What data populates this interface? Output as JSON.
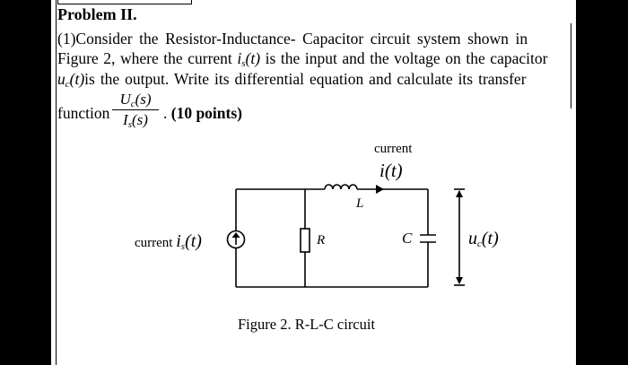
{
  "problem": {
    "title": "Problem II.",
    "line1": {
      "prefix": "(1)Consider the Resistor-Inductance- Capacitor circuit system shown in"
    },
    "line2": {
      "a": "Figure 2, where the current ",
      "var_i": "i",
      "sub_s": "s",
      "arg": "(t)",
      "b": " is the input and the voltage on the capacitor"
    },
    "line3": {
      "var_u": "u",
      "sub_c": "c",
      "arg": "(t)",
      "b": "is the output. Write its differential equation and calculate its transfer"
    },
    "line4": {
      "function_word": "function",
      "num_U": "U",
      "num_sub": "c",
      "num_arg": "(s)",
      "den_I": "I",
      "den_sub": "s",
      "den_arg": "(s)",
      "period": ". ",
      "points": "(10 points)"
    }
  },
  "figure": {
    "current_label": "current",
    "i_t": "i(t)",
    "L": "L",
    "R": "R",
    "source_prefix": "current",
    "source_var": "i",
    "source_sub": "s",
    "source_arg": "(t)",
    "C": "C",
    "uc_var": "u",
    "uc_sub": "c",
    "uc_arg": "(t)",
    "caption": "Figure 2. R-L-C circuit"
  },
  "colors": {
    "background": "#000000",
    "paper": "#ffffff",
    "ink": "#000000"
  }
}
